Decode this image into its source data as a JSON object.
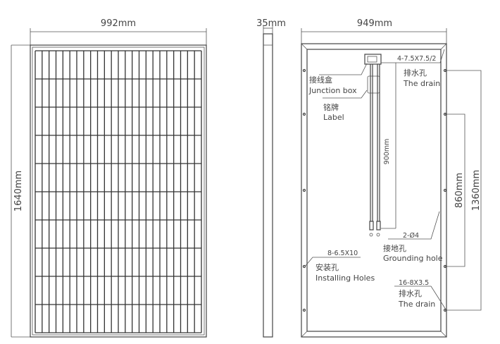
{
  "dimensions": {
    "width_front": "992mm",
    "thickness": "35mm",
    "width_back": "949mm",
    "height": "1640mm",
    "cable_length": "900mm",
    "grounding_hole_spacing": "860mm",
    "mounting_hole_spacing": "1360mm"
  },
  "callouts": {
    "junction_box": {
      "zh": "接线盒",
      "en": "Junction box"
    },
    "label": {
      "zh": "铭牌",
      "en": "Label"
    },
    "drain_top": {
      "spec": "4-7.5X7.5/2",
      "zh": "排水孔",
      "en": "The drain"
    },
    "grounding": {
      "spec": "2-Ø4",
      "zh": "接地孔",
      "en": "Grounding hole"
    },
    "installing": {
      "spec": "8-6.5X10",
      "zh": "安装孔",
      "en": "Installing Holes"
    },
    "drain_bottom": {
      "spec": "16-8X3.5",
      "zh": "排水孔",
      "en": "The drain"
    }
  }
}
